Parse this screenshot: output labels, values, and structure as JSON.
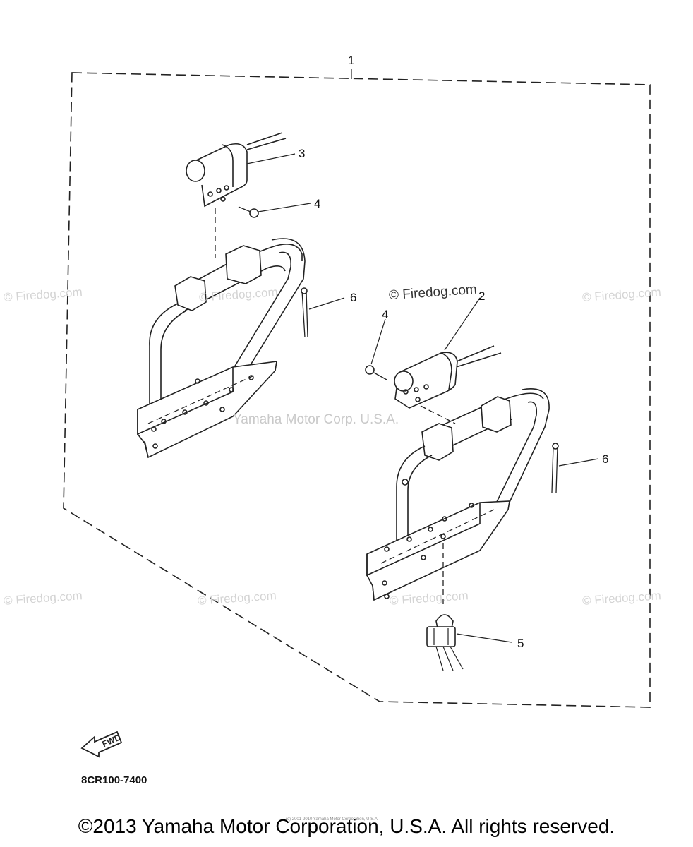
{
  "watermarks": [
    "© Firedog.com",
    "© Firedog.com",
    "© Firedog.com",
    "© Firedog.com",
    "© Firedog.com",
    "© Firedog.com",
    "© Firedog.com"
  ],
  "center_watermark": "© Firedog.com",
  "mid_watermark": "Yamaha Motor Corp. U.S.A.",
  "callouts": [
    "1",
    "2",
    "3",
    "4",
    "4",
    "5",
    "6",
    "6"
  ],
  "fwd_label": "FWD",
  "part_code": "8CR100-7400",
  "tiny_notice": "(c) 2001-2010 Yamaha Motor Corporation, U.S.A.",
  "copyright": "©2013 Yamaha Motor Corporation, U.S.A. All rights reserved.",
  "colors": {
    "line": "#222222",
    "watermark": "#d4d4d4"
  }
}
